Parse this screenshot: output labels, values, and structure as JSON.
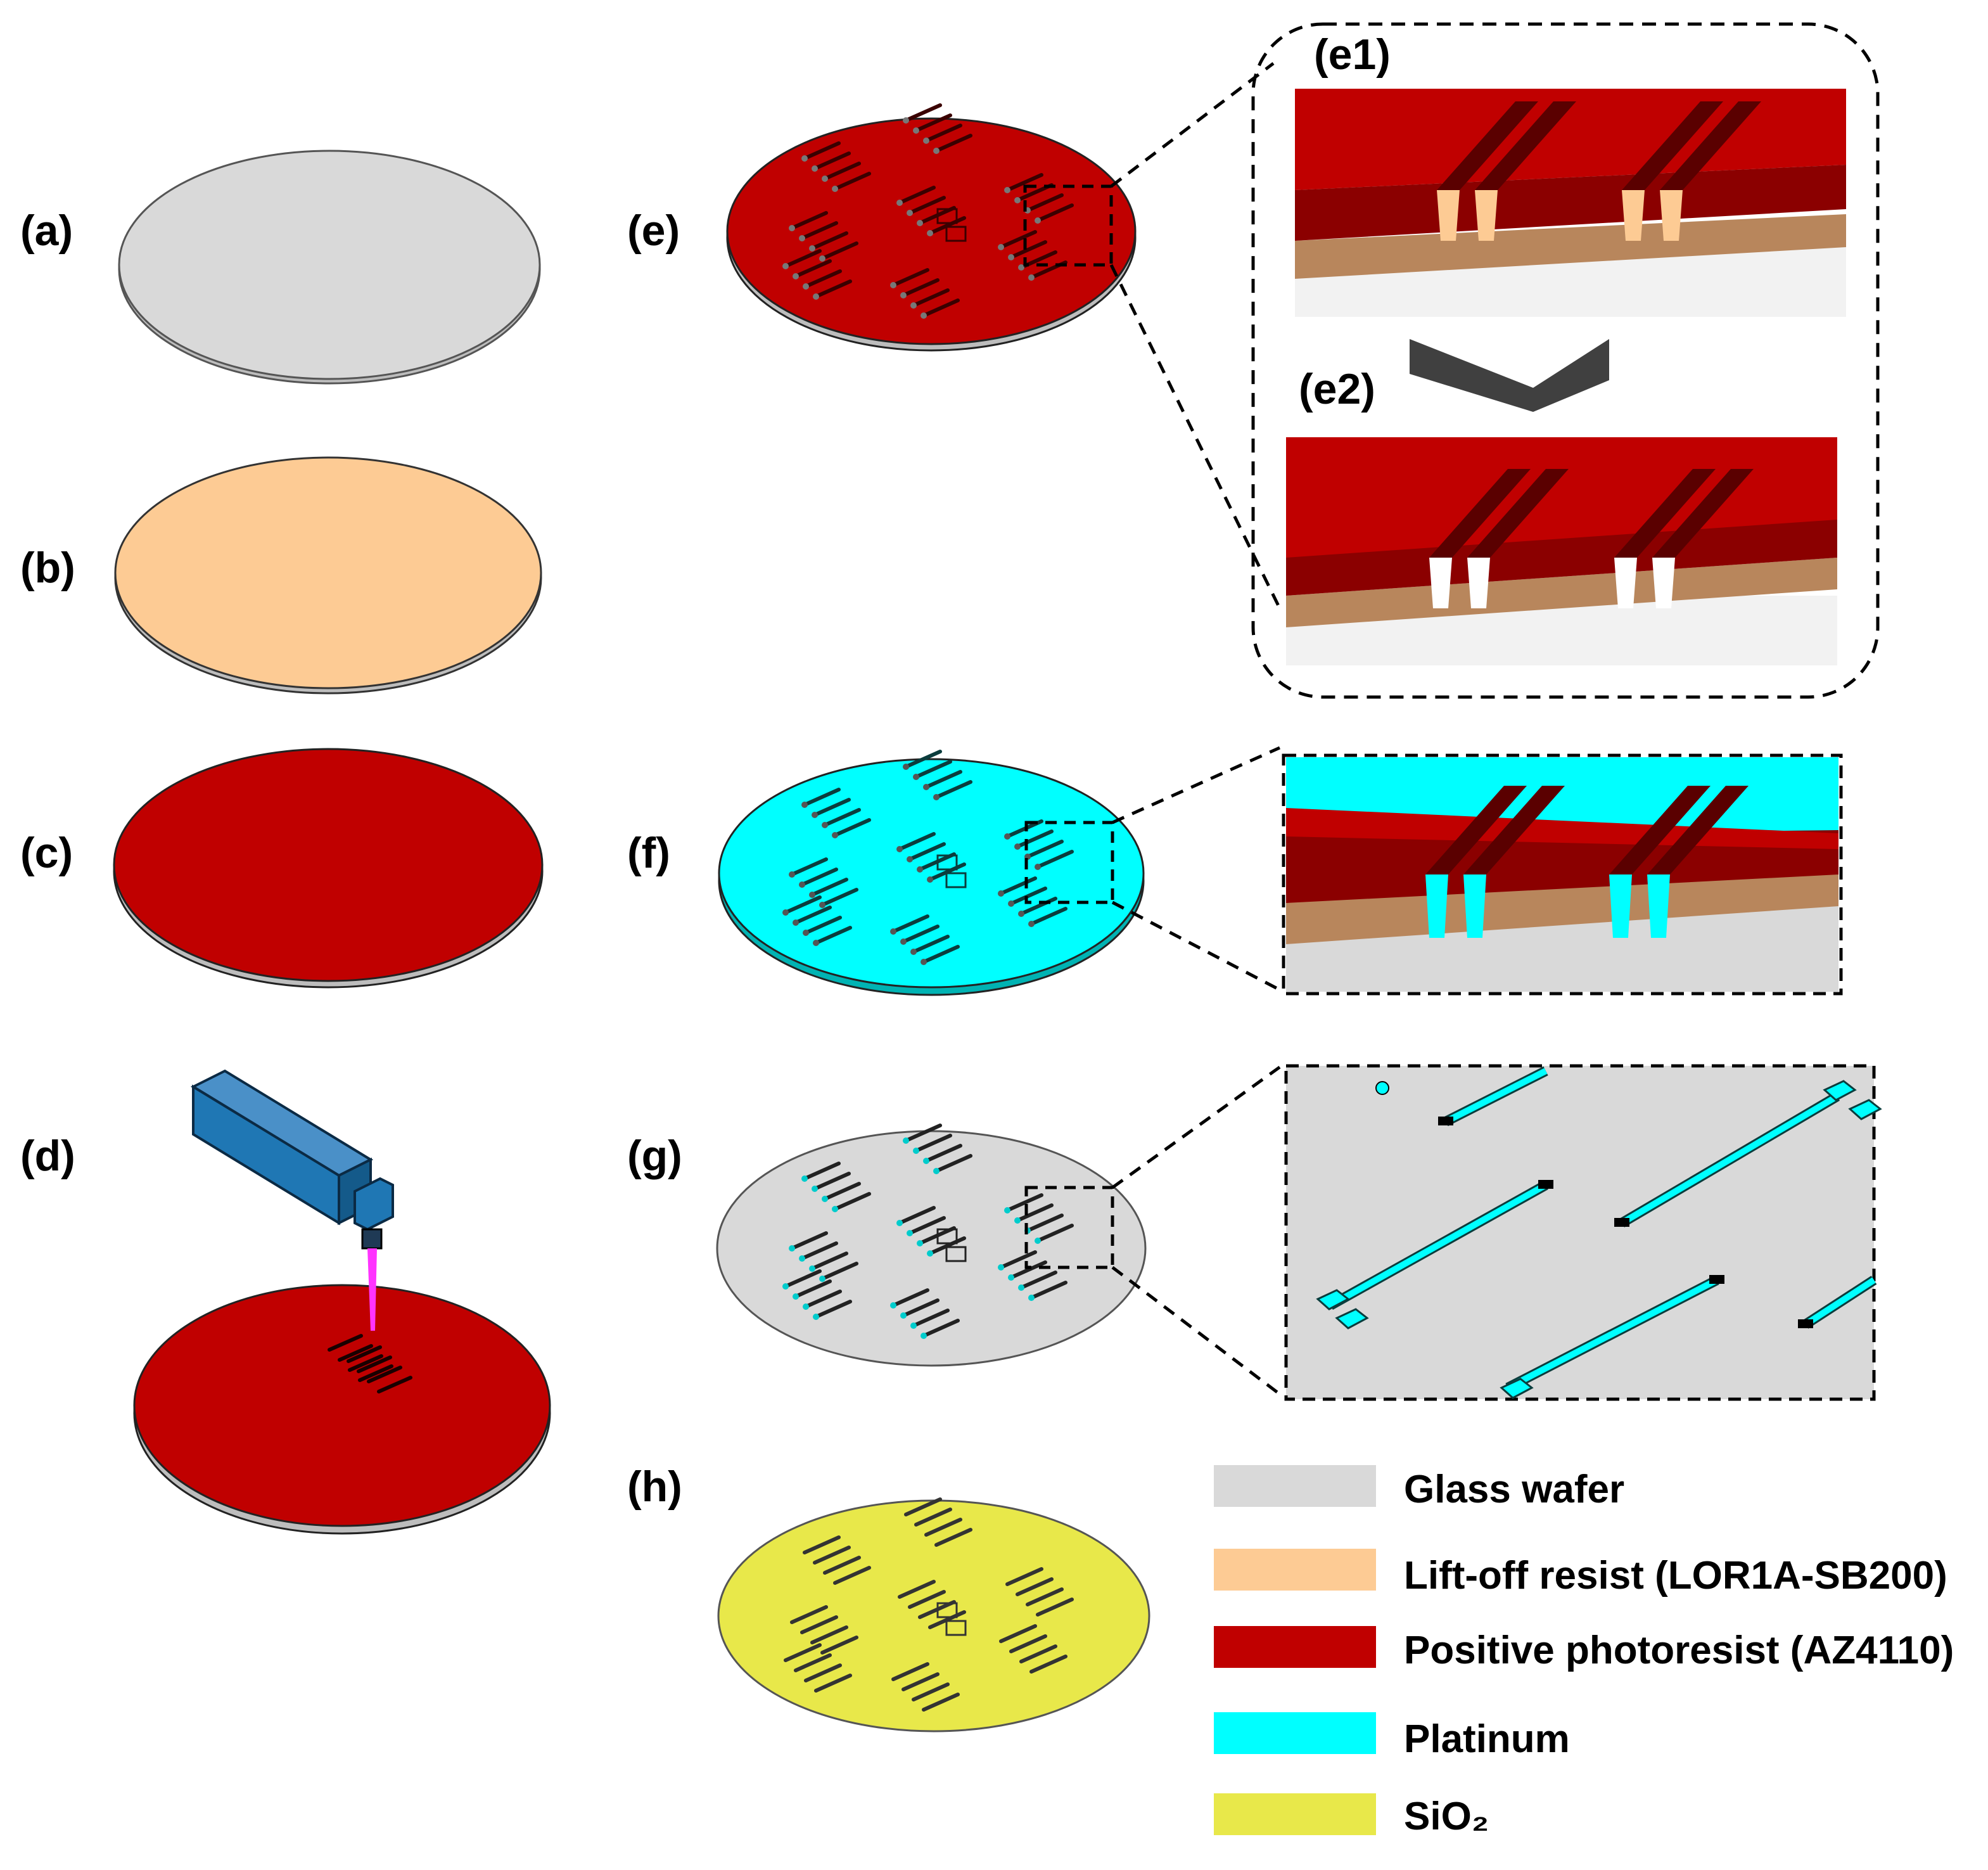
{
  "panels": {
    "a": "(a)",
    "b": "(b)",
    "c": "(c)",
    "d": "(d)",
    "e": "(e)",
    "f": "(f)",
    "g": "(g)",
    "h": "(h)",
    "e1": "(e1)",
    "e2": "(e2)"
  },
  "legend": [
    {
      "label": "Glass wafer",
      "color": "#d9d9d9"
    },
    {
      "label": "Lift-off resist (LOR1A-SB200)",
      "color": "#fdcb94"
    },
    {
      "label": "Positive photoresist (AZ4110)",
      "color": "#c00000"
    },
    {
      "label": "Platinum",
      "color": "#00ffff"
    },
    {
      "label": "SiO₂",
      "color": "#e8e84a"
    }
  ],
  "colors": {
    "glass": "#d9d9d9",
    "lor": "#fdcb94",
    "lor_side": "#b8865c",
    "photoresist": "#c00000",
    "photoresist_dark": "#8b0000",
    "platinum": "#00ffff",
    "sio2": "#e8e84a",
    "laser_body": "#1f77b4",
    "beam": "#ff33ff"
  }
}
